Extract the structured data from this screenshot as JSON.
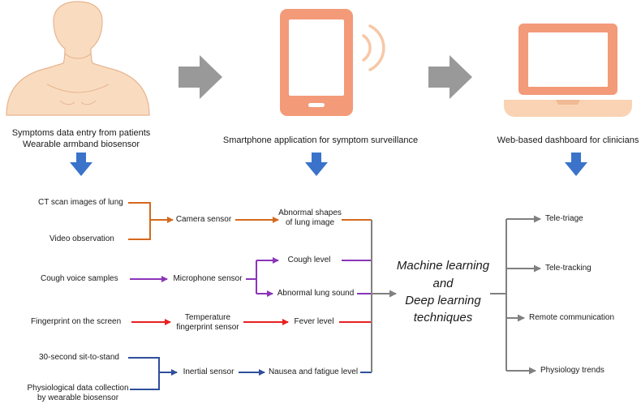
{
  "colors": {
    "skin": "#f9dcc0",
    "skin_outline": "#e7b48f",
    "phone": "#f39a79",
    "laptop": "#f39a79",
    "laptop_base": "#f9d3b3",
    "gray_arrow": "#999999",
    "blue_arrow": "#3a73c9",
    "orange_line": "#d4691e",
    "purple_line": "#8b35b8",
    "red_line": "#e82020",
    "navy_line": "#2f4f9c",
    "gray_line": "#808080"
  },
  "icons": {
    "patient": "human-torso-icon",
    "phone": "smartphone-icon",
    "laptop": "laptop-icon"
  },
  "stages": [
    {
      "line1": "Symptoms data entry from patients",
      "line2": "Wearable armband biosensor"
    },
    {
      "line1": "Smartphone application for symptom surveillance"
    },
    {
      "line1": "Web-based dashboard for clinicians"
    }
  ],
  "inputs": {
    "ct_scan": "CT scan images of lung",
    "video": "Video observation",
    "cough_samples": "Cough voice samples",
    "fingerprint": "Fingerprint on the screen",
    "sit_to_stand": "30-second sit-to-stand",
    "physio_line1": "Physiological data collection",
    "physio_line2": "by wearable biosensor"
  },
  "sensors": {
    "camera": "Camera sensor",
    "microphone": "Microphone sensor",
    "temp_line1": "Temperature",
    "temp_line2": "fingerprint sensor",
    "inertial": "Inertial sensor"
  },
  "features": {
    "shapes_line1": "Abnormal shapes",
    "shapes_line2": "of lung image",
    "cough_level": "Cough level",
    "lung_sound": "Abnormal lung sound",
    "fever": "Fever level",
    "nausea": "Nausea and fatigue level"
  },
  "ml": {
    "line1": "Machine learning",
    "line2": "and",
    "line3": "Deep learning",
    "line4": "techniques"
  },
  "outputs": [
    "Tele-triage",
    "Tele-tracking",
    "Remote communication",
    "Physiology trends"
  ]
}
